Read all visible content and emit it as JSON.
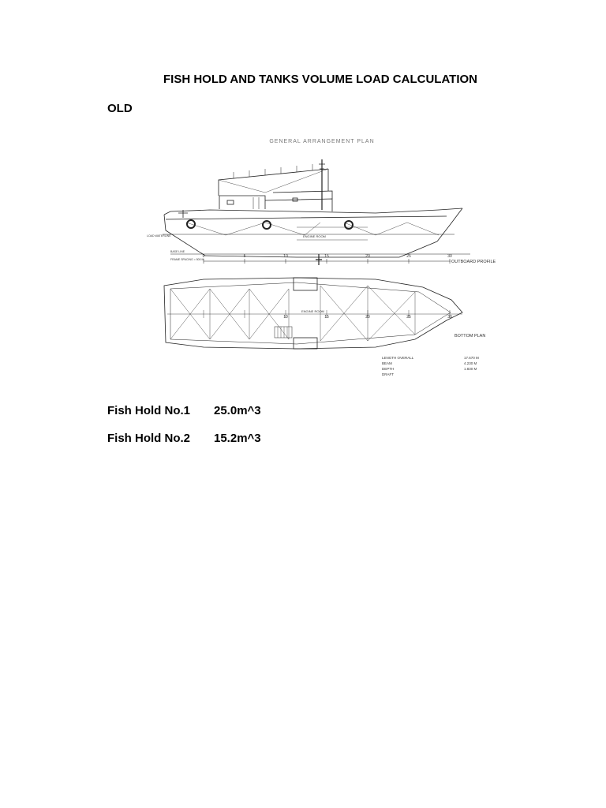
{
  "document": {
    "title": "FISH HOLD AND TANKS VOLUME LOAD CALCULATION",
    "section_label": "OLD"
  },
  "drawing": {
    "heading": "GENERAL ARRANGEMENT PLAN",
    "outboard_label": "OUTBOARD PROFILE",
    "bottom_label": "BOTTOM PLAN",
    "engine_room_label": "ENGINE ROOM",
    "load_waterline_label": "LOAD WATERLINE",
    "base_line_label": "BASE LINE",
    "frame_spacing_label": "FRAME SPACING = 500 M",
    "frame_numbers": [
      "0",
      "5",
      "10",
      "15",
      "20",
      "25",
      "30"
    ],
    "particulars": [
      {
        "name": "LENGTH OVERALL",
        "value": "17.670 M"
      },
      {
        "name": "BEAM",
        "value": "4.230 M"
      },
      {
        "name": "DEPTH",
        "value": "1.830 M"
      },
      {
        "name": "DRAFT",
        "value": ""
      }
    ]
  },
  "holds": [
    {
      "label": "Fish Hold No.1",
      "value": "25.0m^3"
    },
    {
      "label": "Fish Hold No.2",
      "value": "15.2m^3"
    }
  ]
}
